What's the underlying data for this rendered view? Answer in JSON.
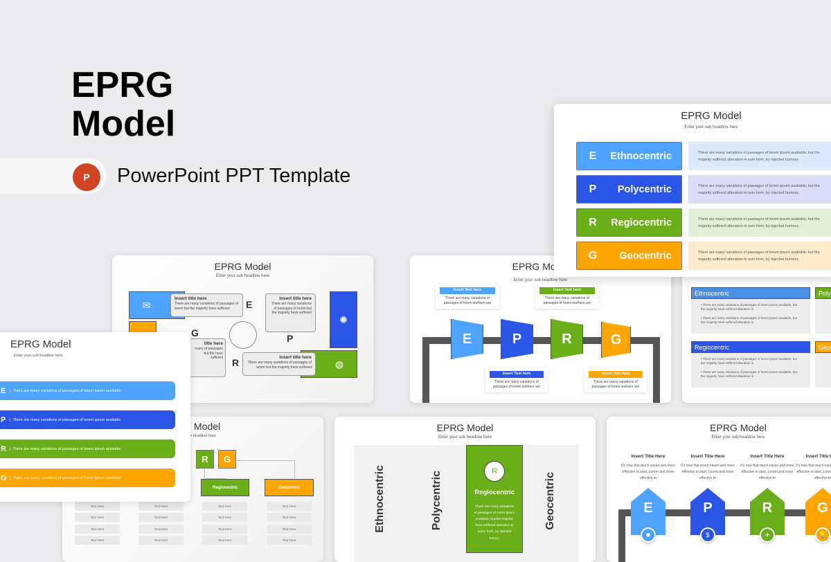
{
  "hero": {
    "title_line1": "EPRG",
    "title_line2": "Model",
    "subtitle": "PowerPoint PPT Template",
    "icon": "powerpoint-icon"
  },
  "colors": {
    "ethno": "#4da3ff",
    "poly": "#2b55e6",
    "regio": "#6aaf1a",
    "geo": "#ffa500",
    "background": "#ebebed"
  },
  "common": {
    "slide_title": "EPRG Model",
    "slide_subtitle": "Enter your sub headline here"
  },
  "slide_table": {
    "rows": [
      {
        "letter": "E",
        "name": "Ethnocentric",
        "desc": "There are many variations of passages of lorem ipsum available, but the majority suffered alteration in som form, by injected humour,"
      },
      {
        "letter": "P",
        "name": "Polycentric",
        "desc": "There are many variations of passages of lorem ipsum available, but the majority suffered alteration in som form, by injected humour,"
      },
      {
        "letter": "R",
        "name": "Regiocentric",
        "desc": "There are many variations of passages of lorem ipsum available, but the majority suffered alteration in som form, by injected humour,"
      },
      {
        "letter": "G",
        "name": "Geocentric",
        "desc": "There are many variations of passages of lorem ipsum available, but the majority suffered alteration in som form, by injected humour,"
      }
    ]
  },
  "slide_puzzle": {
    "boxes": [
      {
        "title": "Insert title here",
        "text": "There are many variations of passages of lorem but the majority have suffered"
      },
      {
        "title": "Insert title here",
        "text": "There are many variations of passages of lorem but the majority have suffered"
      },
      {
        "title": "Insert title here",
        "text": "There are many variations of passages of lorem but the majority have suffered"
      },
      {
        "title": "title here",
        "text": "many of passages but the have suffered"
      }
    ],
    "letters": [
      "E",
      "P",
      "R",
      "G"
    ]
  },
  "slide_arrows": {
    "callouts": [
      {
        "title": "Insert Text here",
        "text": "There are many variations of passages of lorem isothere are"
      },
      {
        "title": "Insert Text here",
        "text": "There are many variations of passages of lorem isothere are"
      },
      {
        "title": "Insert Text here",
        "text": "There are many variations of passages of lorem isothere are"
      },
      {
        "title": "Insert Text here",
        "text": "There are many variations of passages of lorem isothere are"
      }
    ],
    "letters": [
      "E",
      "P",
      "R",
      "G"
    ]
  },
  "slide_lists": {
    "headers": [
      "Ethnocentric",
      "Poly",
      "Regiocentric",
      "Geoc"
    ],
    "bullet": "There are many variations of passages of lorem ipsum available, but the majority have suffered alteration in"
  },
  "slide_bars": {
    "rows": [
      {
        "letter": "E",
        "text": "There are many variations of passages of lorem ipsum available"
      },
      {
        "letter": "P",
        "text": "There are many variations of passages of lorem ipsum available"
      },
      {
        "letter": "R",
        "text": "There are many variations of passages of lorem ipsum available"
      },
      {
        "letter": "G",
        "text": "There are many variations of passages of lorem ipsum available"
      }
    ]
  },
  "slide_org": {
    "title_visible": "Model",
    "sub_visible": "b headline here",
    "letters": [
      "R",
      "G"
    ],
    "labels": [
      "Regiocentric",
      "Geocentric"
    ],
    "cell": "Text Here"
  },
  "slide_columns": {
    "columns": [
      "Ethnocentric",
      "Polycentric",
      "Regiocentric",
      "Geocentric"
    ],
    "circle_letter": "R",
    "text": "There are many variations of passages of lorem ipsum available, but the majority have suffered alteration in some form, by injected humor."
  },
  "slide_pentagons": {
    "items": [
      {
        "letter": "E",
        "title": "Insert Title Here",
        "text": "It's now that much easier and more effective to start, Lorem and more effective to",
        "icon": "gear-icon"
      },
      {
        "letter": "P",
        "title": "Insert Title Here",
        "text": "It's now that much easier and more effective to start, Lorem and more effective to",
        "icon": "money-icon"
      },
      {
        "letter": "R",
        "title": "Insert Title Here",
        "text": "It's now that much easier and more effective to start, Lorem and more effective to",
        "icon": "plane-icon"
      },
      {
        "letter": "G",
        "title": "Insert Title Here",
        "text": "It's now that much easier and more effective to start, Lorem and more effective to",
        "icon": "bulb-icon"
      }
    ]
  }
}
